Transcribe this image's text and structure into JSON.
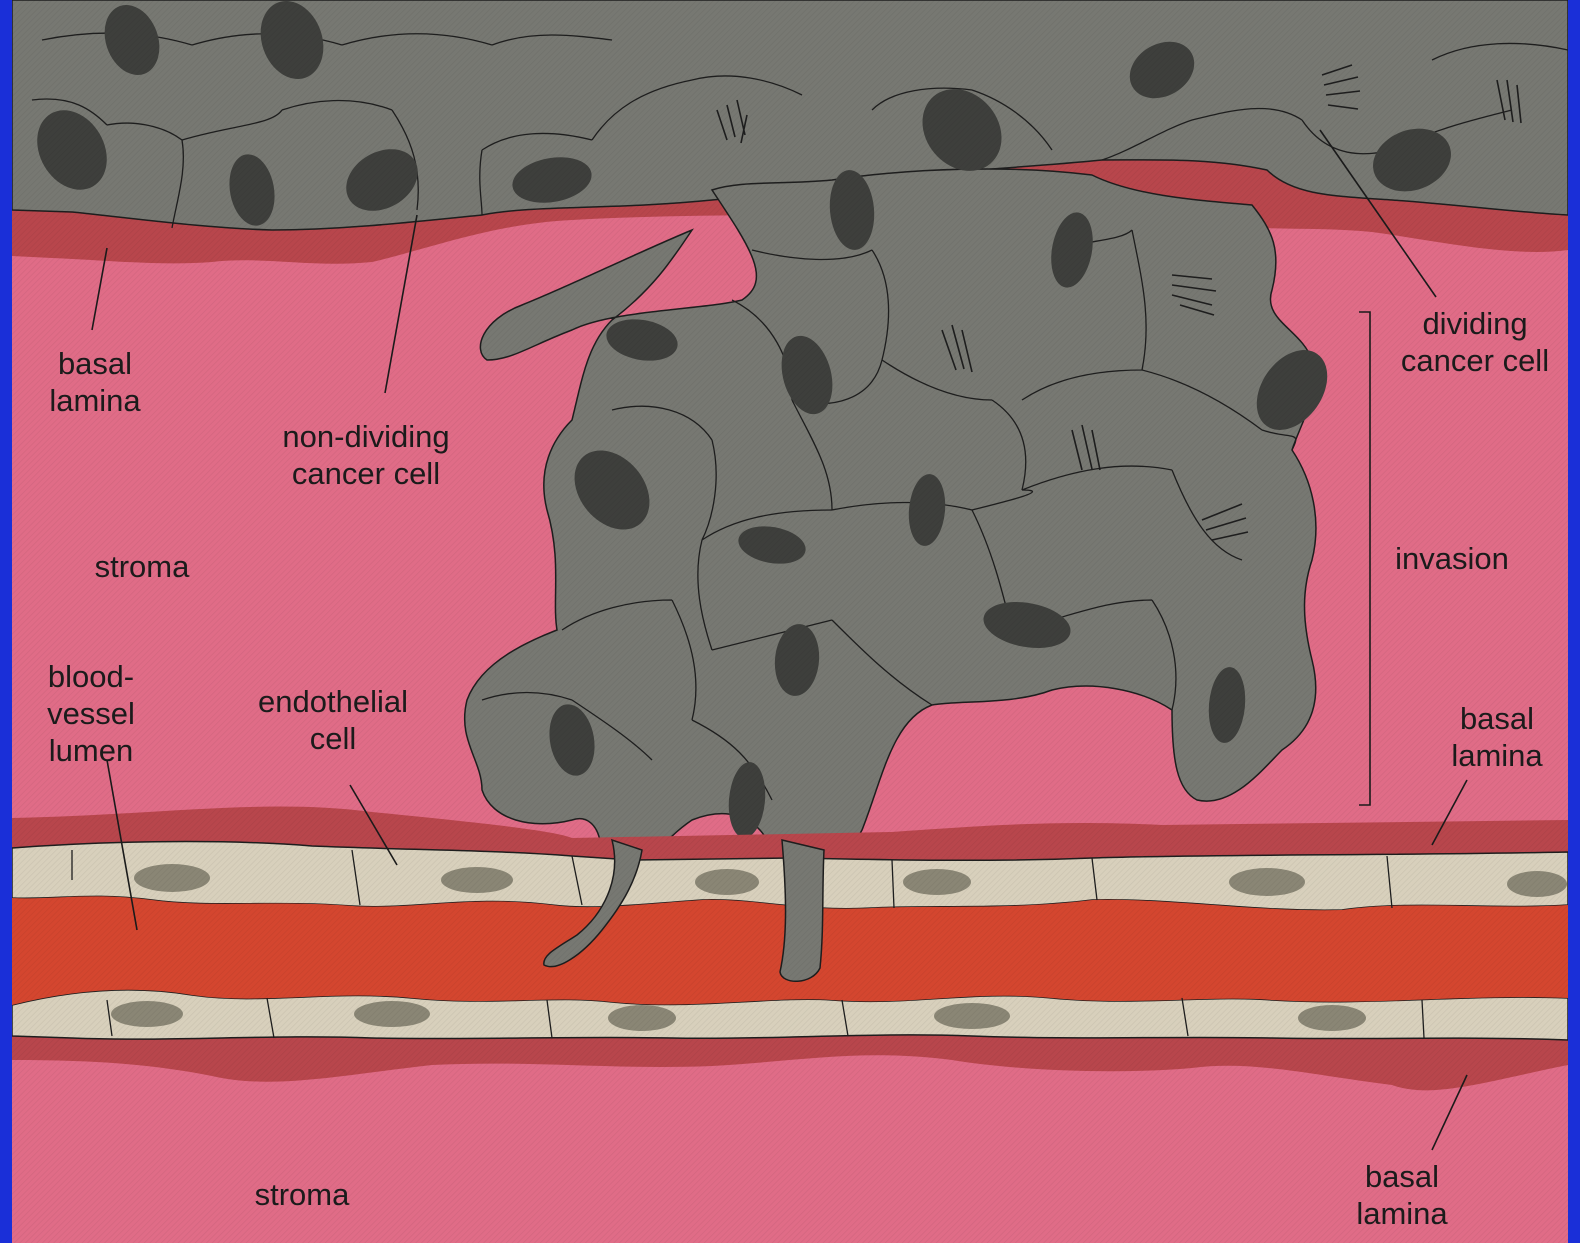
{
  "figure": {
    "colors": {
      "border": "#1a2fd8",
      "stroma": "#e06c87",
      "basal_lamina": "#b8464c",
      "blood_lumen": "#d4462f",
      "endothelial": "#d8d0bc",
      "cancer_cell": "#777872",
      "nucleus": "#3e3f3c",
      "label_text": "#1b1b1b"
    },
    "labels": {
      "basal_lamina_top_left": [
        "basal",
        "lamina"
      ],
      "non_dividing_cell": [
        "non-dividing",
        "cancer cell"
      ],
      "stroma_upper": "stroma",
      "blood_vessel_lumen": [
        "blood-",
        "vessel",
        "lumen"
      ],
      "endothelial_cell": [
        "endothelial",
        "cell"
      ],
      "dividing_cell": [
        "dividing",
        "cancer cell"
      ],
      "invasion": "invasion",
      "basal_lamina_right": [
        "basal",
        "lamina"
      ],
      "basal_lamina_bottom_right": [
        "basal",
        "lamina"
      ],
      "stroma_lower": "stroma"
    }
  }
}
